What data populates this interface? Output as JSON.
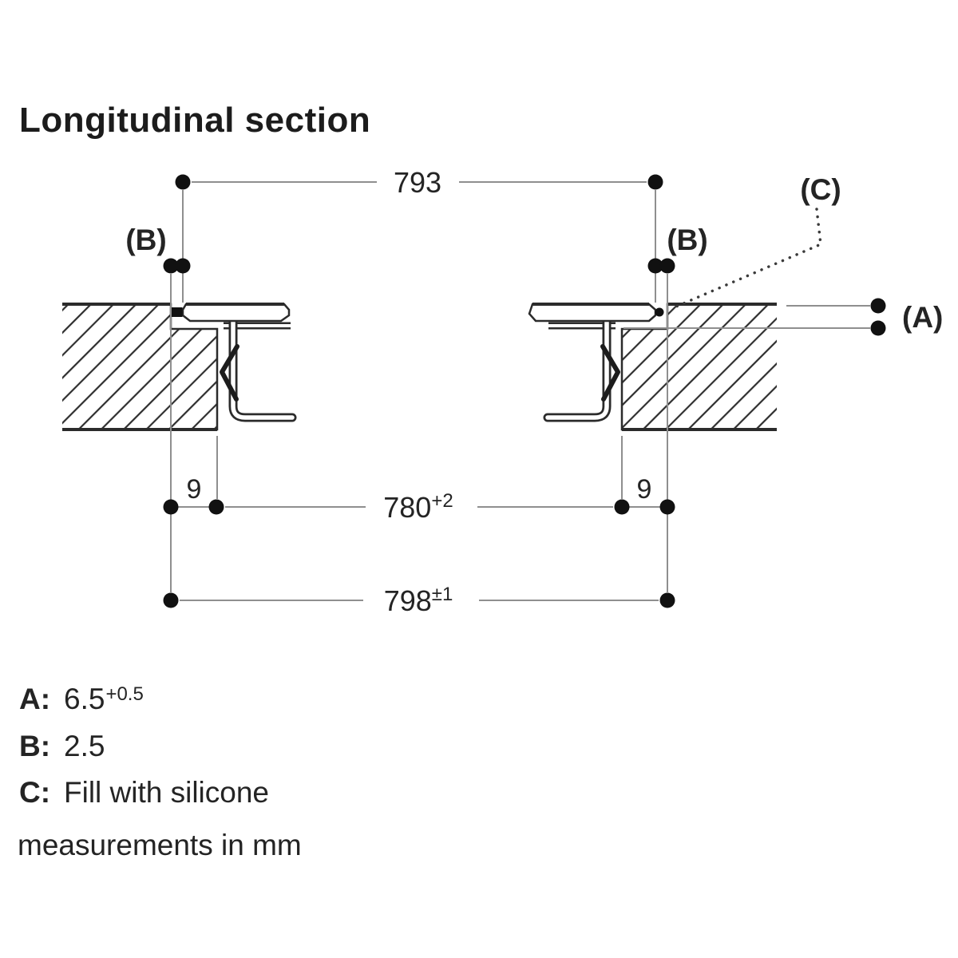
{
  "title": "Longitudinal section",
  "footnote": "measurements in mm",
  "colors": {
    "background": "#ffffff",
    "drawing_line": "#2b2b2b",
    "dimension_line": "#8f8f8f",
    "text": "#242424",
    "fill_dot": "#111111"
  },
  "dimensions": {
    "glass_width": "793",
    "cutout_width": "780",
    "cutout_width_tolerance": "+2",
    "recess_width": "798",
    "recess_width_tolerance": "±1",
    "ledge_offset_left": "9",
    "ledge_offset_right": "9"
  },
  "callouts": {
    "a": "(A)",
    "b_left": "(B)",
    "b_right": "(B)",
    "c": "(C)"
  },
  "legend": [
    {
      "key": "A:",
      "value": "6.5",
      "sup": "+0.5"
    },
    {
      "key": "B:",
      "value": "2.5",
      "sup": ""
    },
    {
      "key": "C:",
      "value": "Fill with silicone",
      "sup": ""
    }
  ]
}
